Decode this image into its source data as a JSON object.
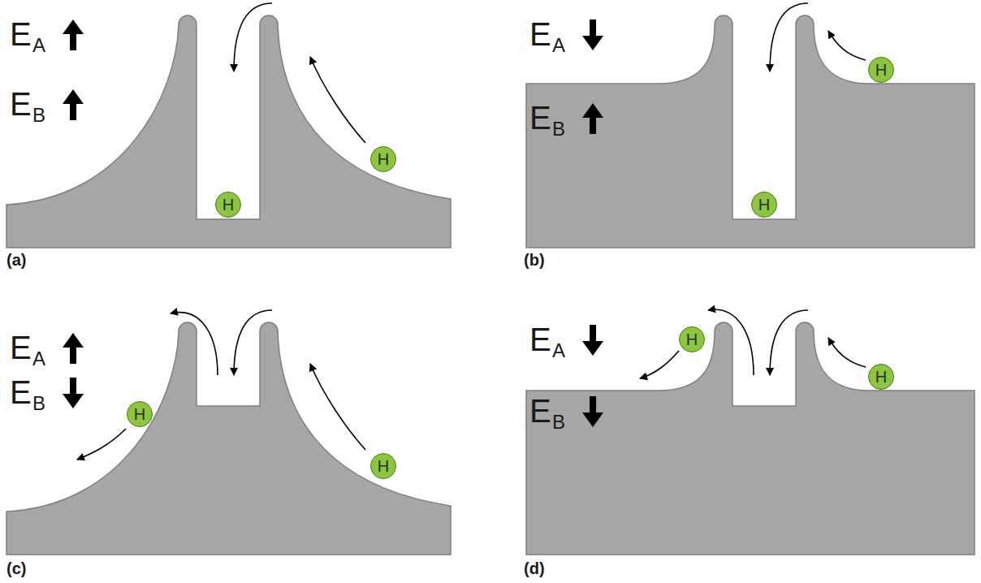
{
  "diagram": {
    "nodes": [
      {
        "text": [
          "H"
        ]
      },
      {
        "text": [
          "H"
        ]
      },
      {
        "text": [
          "H"
        ]
      },
      {
        "text": [
          "H"
        ]
      },
      {
        "text": [
          "H"
        ]
      },
      {
        "text": [
          "H"
        ]
      },
      {
        "text": [
          "H"
        ]
      },
      {
        "text": [
          "H"
        ]
      }
    ],
    "labels": [
      "E",
      "A",
      "E",
      "B",
      "E",
      "A",
      "E",
      "B",
      "(a)",
      "(b)",
      "E",
      "A",
      "E",
      "B",
      "E",
      "A",
      "E",
      "B",
      "(c)",
      "(d)"
    ]
  }
}
